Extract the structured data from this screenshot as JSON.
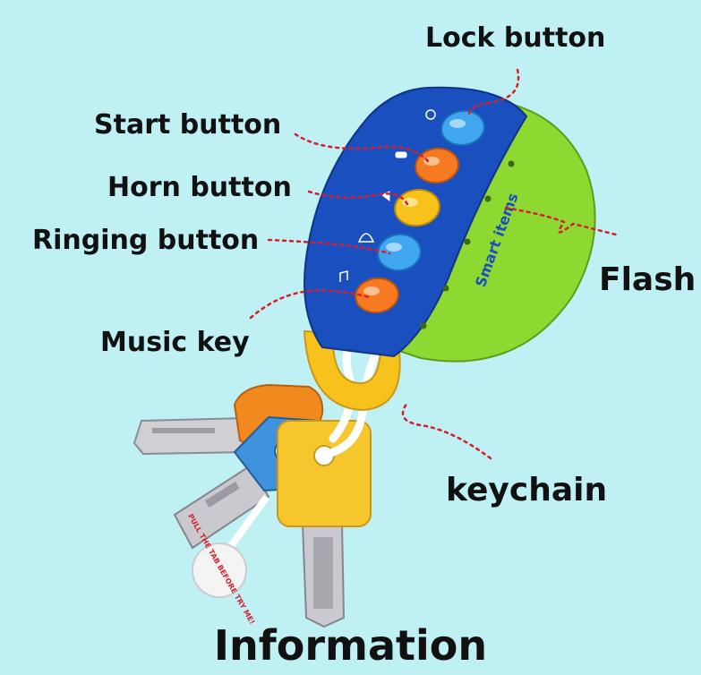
{
  "labels": {
    "lock": "Lock button",
    "start": "Start button",
    "horn": "Horn button",
    "ringing": "Ringing button",
    "music": "Music key",
    "flash": "Flash",
    "keychain": "keychain"
  },
  "title": "Information",
  "brand_text": "Smart items",
  "tag_text": "PULL THE TAB BEFORE TRY ME!",
  "colors": {
    "background": "#bff0f3",
    "remote_blue": "#1a4fc0",
    "remote_green": "#8ed832",
    "button_blue": "#3fa6f0",
    "button_orange": "#f57a22",
    "button_yellow": "#f7c21b",
    "key_yellow": "#f5c72c",
    "key_blue": "#3f92dc",
    "key_orange": "#f08a1e",
    "key_silver": "#c9c9cf",
    "ring_white": "#ffffff",
    "pointer_red": "#d81e2a"
  }
}
